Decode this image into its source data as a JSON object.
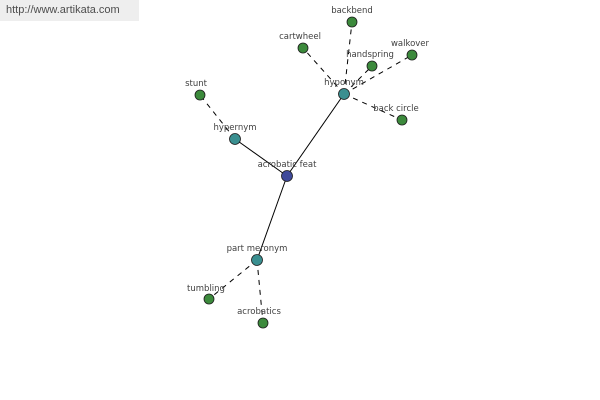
{
  "site_url": "http://www.artikata.com",
  "colors": {
    "center_node": "#3f4a9a",
    "relation_node": "#3a8f90",
    "leaf_node": "#3c8a3c",
    "node_stroke": "#1c1c1c",
    "edge": "#000000",
    "label": "#404040",
    "banner_bg": "#eeeeee"
  },
  "nodes": [
    {
      "id": "center",
      "label": "acrobatic feat",
      "kind": "center"
    },
    {
      "id": "hyponym",
      "label": "hyponym",
      "kind": "relation"
    },
    {
      "id": "hypernym",
      "label": "hypernym",
      "kind": "relation"
    },
    {
      "id": "meronym",
      "label": "part meronym",
      "kind": "relation"
    },
    {
      "id": "backbend",
      "label": "backbend",
      "kind": "leaf"
    },
    {
      "id": "cartwheel",
      "label": "cartwheel",
      "kind": "leaf"
    },
    {
      "id": "handspring",
      "label": "handspring",
      "kind": "leaf"
    },
    {
      "id": "walkover",
      "label": "walkover",
      "kind": "leaf"
    },
    {
      "id": "backcircle",
      "label": "back circle",
      "kind": "leaf"
    },
    {
      "id": "stunt",
      "label": "stunt",
      "kind": "leaf"
    },
    {
      "id": "tumbling",
      "label": "tumbling",
      "kind": "leaf"
    },
    {
      "id": "acrobatics",
      "label": "acrobatics",
      "kind": "leaf"
    }
  ],
  "edges": [
    {
      "from": "center",
      "to": "hyponym",
      "style": "solid"
    },
    {
      "from": "center",
      "to": "hypernym",
      "style": "solid"
    },
    {
      "from": "center",
      "to": "meronym",
      "style": "solid"
    },
    {
      "from": "hyponym",
      "to": "backbend",
      "style": "dashed"
    },
    {
      "from": "hyponym",
      "to": "cartwheel",
      "style": "dashed"
    },
    {
      "from": "hyponym",
      "to": "handspring",
      "style": "dashed"
    },
    {
      "from": "hyponym",
      "to": "walkover",
      "style": "dashed"
    },
    {
      "from": "hyponym",
      "to": "backcircle",
      "style": "dashed"
    },
    {
      "from": "hypernym",
      "to": "stunt",
      "style": "dashed"
    },
    {
      "from": "meronym",
      "to": "tumbling",
      "style": "dashed"
    },
    {
      "from": "meronym",
      "to": "acrobatics",
      "style": "dashed"
    }
  ]
}
